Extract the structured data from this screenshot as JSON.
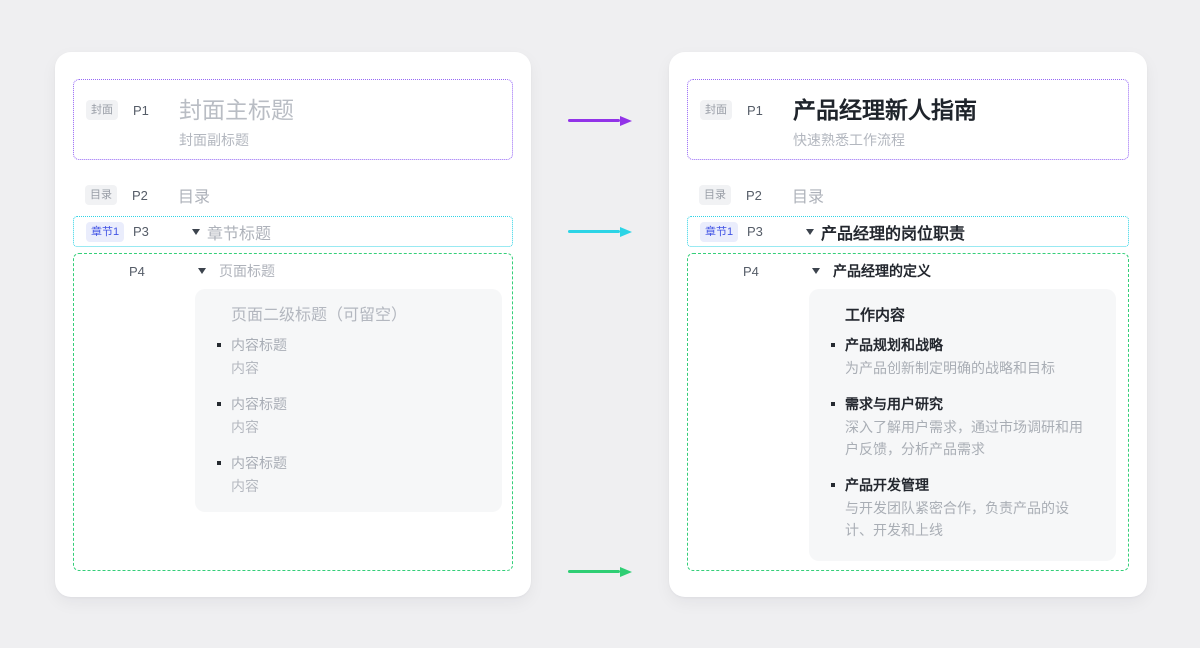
{
  "colors": {
    "page-bg": "#efeff1",
    "purple-border": "#9668f5",
    "cyan-border": "#31d3e5",
    "green-border": "#34cf79",
    "purple-arrow": "#9233e8",
    "cyan-arrow": "#2cd4e6",
    "green-arrow": "#2fce74",
    "badge-blue": "#4153e5"
  },
  "template_card": {
    "cover": {
      "badge": "封面",
      "page": "P1",
      "title": "封面主标题",
      "subtitle": "封面副标题"
    },
    "toc": {
      "badge": "目录",
      "page": "P2",
      "title": "目录"
    },
    "chapter": {
      "badge": "章节1",
      "page": "P3",
      "title": "章节标题"
    },
    "page": {
      "page": "P4",
      "title": "页面标题"
    },
    "content": {
      "subtitle": "页面二级标题（可留空）",
      "items": [
        {
          "title": "内容标题",
          "desc": "内容"
        },
        {
          "title": "内容标题",
          "desc": "内容"
        },
        {
          "title": "内容标题",
          "desc": "内容"
        }
      ]
    }
  },
  "example_card": {
    "cover": {
      "badge": "封面",
      "page": "P1",
      "title": "产品经理新人指南",
      "subtitle": "快速熟悉工作流程"
    },
    "toc": {
      "badge": "目录",
      "page": "P2",
      "title": "目录"
    },
    "chapter": {
      "badge": "章节1",
      "page": "P3",
      "title": "产品经理的岗位职责"
    },
    "page": {
      "page": "P4",
      "title": "产品经理的定义"
    },
    "content": {
      "subtitle": "工作内容",
      "items": [
        {
          "title": "产品规划和战略",
          "desc": "为产品创新制定明确的战略和目标"
        },
        {
          "title": "需求与用户研究",
          "desc": "深入了解用户需求，通过市场调研和用户反馈，分析产品需求"
        },
        {
          "title": "产品开发管理",
          "desc": "与开发团队紧密合作，负责产品的设计、开发和上线"
        }
      ]
    }
  }
}
